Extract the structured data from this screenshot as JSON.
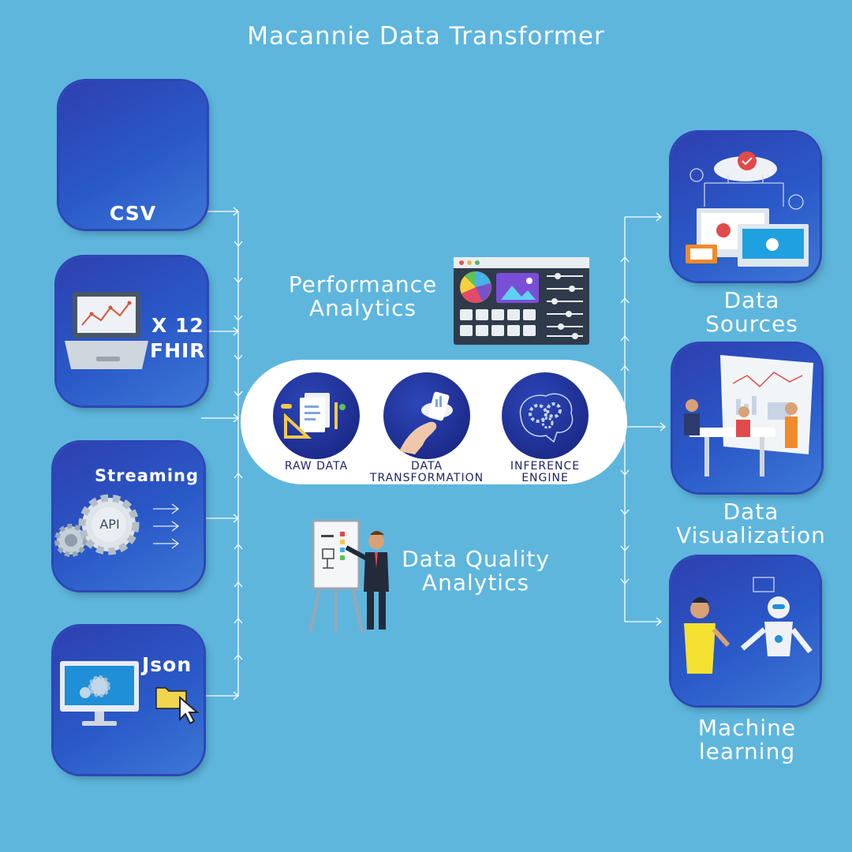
{
  "title": "Macannie Data Transformer",
  "inputs": {
    "csv": "CSV",
    "x12": "X 12",
    "fhir": "FHIR",
    "streaming": "Streaming",
    "api": "API",
    "json": "Json"
  },
  "center": {
    "performance_analytics_1": "Performance",
    "performance_analytics_2": "Analytics",
    "data_quality_1": "Data Quality",
    "data_quality_2": "Analytics",
    "steps": [
      {
        "line1": "RAW DATA",
        "line2": ""
      },
      {
        "line1": "DATA",
        "line2": "TRANSFORMATION"
      },
      {
        "line1": "INFERENCE",
        "line2": "ENGINE"
      }
    ]
  },
  "outputs": {
    "data_sources_1": "Data",
    "data_sources_2": "Sources",
    "data_viz_1": "Data",
    "data_viz_2": "Visualization",
    "ml_1": "Machine",
    "ml_2": "learning"
  },
  "colors": {
    "background": "#5eb6dd",
    "card": "#2a59c8",
    "card_dark": "#2e3fb0",
    "pill": "#ffffff",
    "step_circle": "#1f2b8e",
    "step_text": "#1d2466",
    "connector": "#ffffff"
  }
}
